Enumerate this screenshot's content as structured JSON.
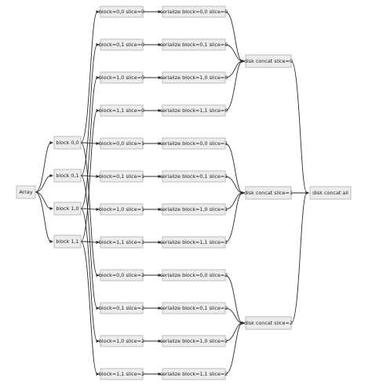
{
  "colors": {
    "background": "#ffffff",
    "node_fill": "#ececec",
    "node_border": "#bdbdbd",
    "edge": "#2a2a2a",
    "text": "#222222"
  },
  "nodes": [
    {
      "id": "array",
      "label": "Array"
    },
    {
      "id": "b00",
      "label": "block 0,0"
    },
    {
      "id": "b01",
      "label": "block 0,1"
    },
    {
      "id": "b10",
      "label": "block 1,0"
    },
    {
      "id": "b11",
      "label": "block 1,1"
    },
    {
      "id": "s_b00_0",
      "label": "block=0,0 slice=0"
    },
    {
      "id": "s_b01_0",
      "label": "block=0,1 slice=0"
    },
    {
      "id": "s_b10_0",
      "label": "block=1,0 slice=0"
    },
    {
      "id": "s_b11_0",
      "label": "block=1,1 slice=0"
    },
    {
      "id": "s_b00_1",
      "label": "block=0,0 slice=1"
    },
    {
      "id": "s_b01_1",
      "label": "block=0,1 slice=1"
    },
    {
      "id": "s_b10_1",
      "label": "block=1,0 slice=1"
    },
    {
      "id": "s_b11_1",
      "label": "block=1,1 slice=1"
    },
    {
      "id": "s_b00_2",
      "label": "block=0,0 slice=2"
    },
    {
      "id": "s_b01_2",
      "label": "block=0,1 slice=2"
    },
    {
      "id": "s_b10_2",
      "label": "block=1,0 slice=2"
    },
    {
      "id": "s_b11_2",
      "label": "block=1,1 slice=2"
    },
    {
      "id": "z_b00_0",
      "label": "serialize block=0,0 slice=0"
    },
    {
      "id": "z_b01_0",
      "label": "serialize block=0,1 slice=0"
    },
    {
      "id": "z_b10_0",
      "label": "serialize block=1,0 slice=0"
    },
    {
      "id": "z_b11_0",
      "label": "serialize block=1,1 slice=0"
    },
    {
      "id": "z_b00_1",
      "label": "serialize block=0,0 slice=1"
    },
    {
      "id": "z_b01_1",
      "label": "serialize block=0,1 slice=1"
    },
    {
      "id": "z_b10_1",
      "label": "serialize block=1,0 slice=1"
    },
    {
      "id": "z_b11_1",
      "label": "serialize block=1,1 slice=1"
    },
    {
      "id": "z_b00_2",
      "label": "serialize block=0,0 slice=2"
    },
    {
      "id": "z_b01_2",
      "label": "serialize block=0,1 slice=2"
    },
    {
      "id": "z_b10_2",
      "label": "serialize block=1,0 slice=2"
    },
    {
      "id": "z_b11_2",
      "label": "serialize block=1,1 slice=2"
    },
    {
      "id": "c0",
      "label": "disk concat slice=0"
    },
    {
      "id": "c1",
      "label": "disk concat slice=1"
    },
    {
      "id": "c2",
      "label": "disk concat slice=2"
    },
    {
      "id": "call",
      "label": "disk concat all"
    }
  ],
  "edges": [
    [
      "array",
      "b00"
    ],
    [
      "array",
      "b01"
    ],
    [
      "array",
      "b10"
    ],
    [
      "array",
      "b11"
    ],
    [
      "b00",
      "s_b00_0"
    ],
    [
      "b00",
      "s_b00_1"
    ],
    [
      "b00",
      "s_b00_2"
    ],
    [
      "b01",
      "s_b01_0"
    ],
    [
      "b01",
      "s_b01_1"
    ],
    [
      "b01",
      "s_b01_2"
    ],
    [
      "b10",
      "s_b10_0"
    ],
    [
      "b10",
      "s_b10_1"
    ],
    [
      "b10",
      "s_b10_2"
    ],
    [
      "b11",
      "s_b11_0"
    ],
    [
      "b11",
      "s_b11_1"
    ],
    [
      "b11",
      "s_b11_2"
    ],
    [
      "s_b00_0",
      "z_b00_0"
    ],
    [
      "s_b01_0",
      "z_b01_0"
    ],
    [
      "s_b10_0",
      "z_b10_0"
    ],
    [
      "s_b11_0",
      "z_b11_0"
    ],
    [
      "s_b00_1",
      "z_b00_1"
    ],
    [
      "s_b01_1",
      "z_b01_1"
    ],
    [
      "s_b10_1",
      "z_b10_1"
    ],
    [
      "s_b11_1",
      "z_b11_1"
    ],
    [
      "s_b00_2",
      "z_b00_2"
    ],
    [
      "s_b01_2",
      "z_b01_2"
    ],
    [
      "s_b10_2",
      "z_b10_2"
    ],
    [
      "s_b11_2",
      "z_b11_2"
    ],
    [
      "z_b00_0",
      "c0"
    ],
    [
      "z_b01_0",
      "c0"
    ],
    [
      "z_b10_0",
      "c0"
    ],
    [
      "z_b11_0",
      "c0"
    ],
    [
      "z_b00_1",
      "c1"
    ],
    [
      "z_b01_1",
      "c1"
    ],
    [
      "z_b10_1",
      "c1"
    ],
    [
      "z_b11_1",
      "c1"
    ],
    [
      "z_b00_2",
      "c2"
    ],
    [
      "z_b01_2",
      "c2"
    ],
    [
      "z_b10_2",
      "c2"
    ],
    [
      "z_b11_2",
      "c2"
    ],
    [
      "c0",
      "call"
    ],
    [
      "c1",
      "call"
    ],
    [
      "c2",
      "call"
    ]
  ]
}
